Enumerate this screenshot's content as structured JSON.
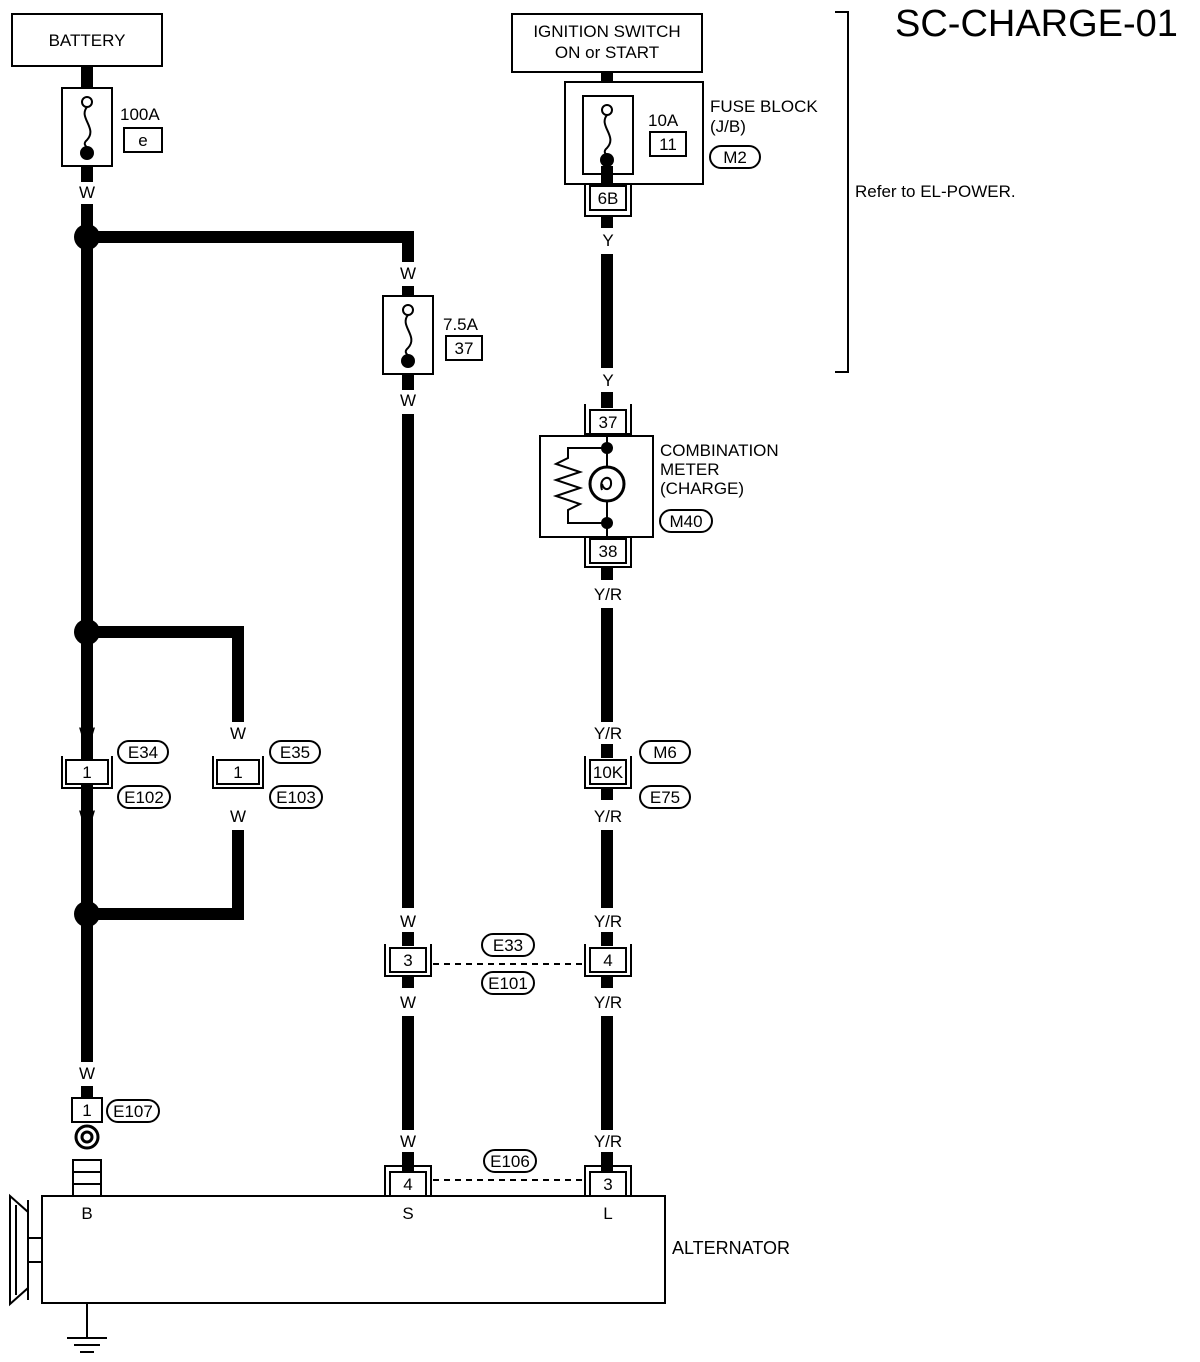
{
  "diagram": {
    "code": "SC-CHARGE-01",
    "refer_note": "Refer to EL-POWER.",
    "battery_label": "BATTERY",
    "ignition_label_line1": "IGNITION SWITCH",
    "ignition_label_line2": "ON or START",
    "fuse_block_line1": "FUSE BLOCK",
    "fuse_block_line2": "(J/B)",
    "fuse_block_connector": "M2",
    "fuse_100a": {
      "rating": "100A",
      "id": "e"
    },
    "fuse_10a": {
      "rating": "10A",
      "id": "11"
    },
    "fuse_7_5a": {
      "rating": "7.5A",
      "id": "37"
    },
    "jb_terminal": "6B",
    "meter_line1": "COMBINATION",
    "meter_line2": "METER",
    "meter_line3": "(CHARGE)",
    "meter_connector": "M40",
    "meter_pin_in": "37",
    "meter_pin_out": "38",
    "connectors": {
      "e34": "E34",
      "e102": "E102",
      "e35": "E35",
      "e103": "E103",
      "m6": "M6",
      "e75": "E75",
      "e33": "E33",
      "e101": "E101",
      "e107": "E107",
      "e106": "E106"
    },
    "pins": {
      "e34_pin": "1",
      "e35_pin": "1",
      "m6_pin": "10K",
      "e33_w_pin": "3",
      "e33_yr_pin": "4",
      "e107_pin": "1",
      "s_pin": "4",
      "l_pin": "3"
    },
    "wire_colors": {
      "white": "W",
      "yellow": "Y",
      "yellow_red": "Y/R"
    },
    "alternator_label": "ALTERNATOR",
    "terminals": {
      "b": "B",
      "s": "S",
      "l": "L"
    }
  }
}
